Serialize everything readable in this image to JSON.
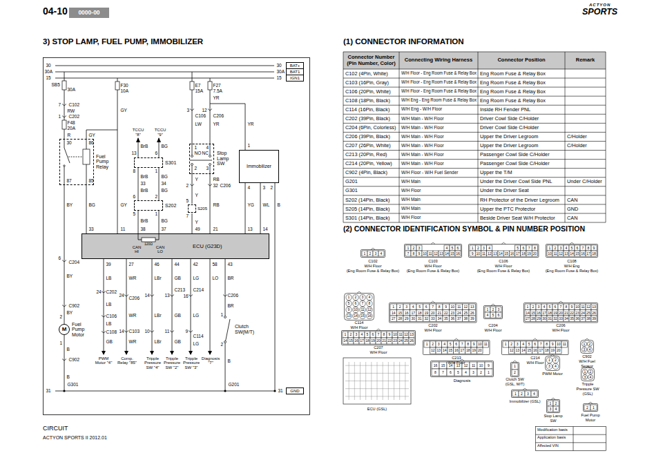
{
  "diagram": {
    "title": "3) STOP LAMP, FUEL PUMP, IMMOBILIZER",
    "nodes": [
      {
        "text": [
          "0000-00"
        ]
      },
      {
        "text": [
          "BAT+"
        ]
      },
      {
        "text": [
          "BAT1"
        ]
      },
      {
        "text": [
          "IGN1"
        ]
      },
      {
        "text": [
          "Fuel Pump Relay"
        ]
      },
      {
        "text": [
          "S301"
        ]
      },
      {
        "text": [
          "S202"
        ]
      },
      {
        "text": [
          "Stop Lamp SW"
        ]
      },
      {
        "text": [
          "S205"
        ]
      },
      {
        "text": [
          "Immobilizer"
        ]
      },
      {
        "text": [
          "ECU (G23D)"
        ]
      },
      {
        "text": [
          "M",
          "Fuel Pump Motor"
        ]
      },
      {
        "text": [
          "Clutch SW(M/T)"
        ]
      },
      {
        "text": [
          "GND"
        ]
      }
    ],
    "edges": [
      {
        "from": 4,
        "to": 11,
        "arrow": "none"
      },
      {
        "from": 4,
        "to": 10,
        "arrow": "none"
      },
      {
        "from": 5,
        "to": 6,
        "arrow": "none"
      },
      {
        "from": 5,
        "to": 6,
        "arrow": "none"
      },
      {
        "from": 6,
        "to": 10,
        "arrow": "none"
      },
      {
        "from": 6,
        "to": 10,
        "arrow": "none"
      },
      {
        "from": 7,
        "to": 8,
        "arrow": "none"
      },
      {
        "from": 8,
        "to": 10,
        "arrow": "none"
      },
      {
        "from": 7,
        "to": 10,
        "arrow": "none"
      },
      {
        "from": 9,
        "to": 10,
        "arrow": "none"
      },
      {
        "from": 9,
        "to": 10,
        "arrow": "none"
      },
      {
        "from": 10,
        "to": 12,
        "arrow": "none"
      }
    ],
    "labels": [
      "04-10",
      "(1) CONNECTOR INFORMATION",
      "(2) CONNECTOR IDENTIFICATION SYMBOL & PIN NUMBER POSITION",
      "CIRCUIT",
      "ACTYON SPORTS II 2012.01",
      "Modification basis",
      "Application basis",
      "Affected VIN",
      "ACTYON",
      "SPORTS",
      "30",
      "30A",
      "15",
      "30",
      "30A",
      "15",
      "SB5",
      "30A",
      "C102",
      "7",
      "RW",
      "C202",
      "1",
      "F48",
      "20A",
      "R",
      "30",
      "86",
      "87",
      "85",
      "GY",
      "F30",
      "10A",
      "GY",
      "GY",
      "11",
      "BY",
      "BG",
      "33",
      "TCCU",
      "\"8\"",
      "TCCU",
      "\"9\"",
      "BrB",
      "BG",
      "13",
      "6",
      "8",
      "1",
      "BrB",
      "BG",
      "33",
      "34",
      "BrB",
      "BG",
      "6",
      "2",
      "5",
      "1",
      "BrB",
      "BG",
      "38",
      "37",
      "E7",
      "15A",
      "F27",
      "7.5A",
      "YR",
      "3",
      "12",
      "C106",
      "C206",
      "LW",
      "YR",
      "1",
      "4",
      "NO",
      "NC",
      "2",
      "3",
      "Y",
      "RB",
      "2",
      "32",
      "C206",
      "Y",
      "5",
      "7",
      "Y",
      "RB",
      "49",
      "21",
      "YR",
      "1",
      "4",
      "3",
      "2",
      "YG",
      "WL",
      "B",
      "13",
      "14",
      "CAN HI",
      "120Ω",
      "CAN LO",
      "6",
      "C204",
      "39",
      "27",
      "46",
      "44",
      "42",
      "58",
      "43",
      "BY",
      "LB",
      "WR",
      "LBr",
      "GB",
      "LG",
      "LO",
      "BR",
      "24",
      "C202",
      "24",
      "C206",
      "14",
      "13",
      "C213",
      "16",
      "C214",
      "C206",
      "LB",
      "C902",
      "BY",
      "WR",
      "LBr",
      "GB",
      "LG",
      "BR",
      "C106",
      "LB",
      "2",
      "1",
      "C108",
      "14",
      "C103",
      "10",
      "11",
      "9",
      "C114",
      "GB",
      "WR",
      "LBr",
      "GB",
      "LG",
      "1",
      "2",
      "B",
      "C902",
      "B",
      "G301",
      "PWM Motor \"4\"",
      "Comp. Relay \"85\"",
      "Tripple Pressure SW \"4\"",
      "Tripple Pressure SW \"2\"",
      "Tripple Pressure SW \"3\"",
      "Diagnosis \"7\"",
      "B",
      "G201",
      "31",
      "31",
      "Connector Number (Pin Number, Color)",
      "Connecting Wiring Harness",
      "Connector Position",
      "Remark",
      "C102 (4Pin, White)",
      "W/H Floor - Eng Room Fuse & Relay Box",
      "Eng Room Fuse & Relay Box",
      "C103 (16Pin, Gray)",
      "W/H Floor - Eng Room Fuse & Relay Box",
      "Eng Room Fuse & Relay Box",
      "C106 (20Pin, White)",
      "W/H Floor - Eng Room Fuse & Relay Box",
      "Eng Room Fuse & Relay Box",
      "C108 (18Pin, Black)",
      "W/H Eng - Eng Room Fuse & Relay Box",
      "Eng Room Fuse & Relay Box",
      "C114 (16Pin, Black)",
      "W/H Eng - W/H Floor",
      "Inside RH Fender PNL",
      "C202 (39Pin, Black)",
      "W/H Main - W/H Floor",
      "Driver Cowl Side C/Holder",
      "C204 (6Pin, Colorless)",
      "W/H Main - W/H Floor",
      "Driver Cowl Side C/Holder",
      "C206 (39Pin, Black)",
      "W/H Main - W/H Floor",
      "Upper the Driver Legroom",
      "C/Holder",
      "C207 (26Pin, White)",
      "W/H Main - W/H Floor",
      "Upper the Driver Legroom",
      "C/Holder",
      "C213 (20Pin, Red)",
      "W/H Main - W/H Floor",
      "Passenger Cowl Side C/Holder",
      "C214 (20Pin, Yellow)",
      "W/H Main - W/H Floor",
      "Passenger Cowl Side C/Holder",
      "C902 (4Pin, Black)",
      "W/H Floor - W/H Fuel Sender",
      "Upper the T/M",
      "G201",
      "W/H Main",
      "Under the Driver Cowl Side PNL",
      "Under C/Holder",
      "G301",
      "W/H Floor",
      "Under the Driver Seat",
      "S202 (14Pin, Black)",
      "W/H Main",
      "RH Protector of the Driver Legroom",
      "CAN",
      "S205 (14Pin, Black)",
      "W/H Main",
      "Upper the PTC Protector",
      "GND",
      "S301 (14Pin, Black)",
      "W/H Floor",
      "Beside Driver Seat W/H Protector",
      "CAN",
      "1",
      "2",
      "3",
      "4",
      "C102",
      "W/H Floor",
      "(Eng Room Fuse & Relay Box)",
      "1",
      "2",
      "3",
      "4",
      "5",
      "6",
      "7",
      "8",
      "9",
      "10",
      "11",
      "12",
      "13",
      "14",
      "15",
      "16",
      "C103",
      "W/H Floor",
      "(Eng Room Fuse & Relay Box)",
      "1",
      "2",
      "3",
      "4",
      "5",
      "6",
      "7",
      "8",
      "9",
      "10",
      "11",
      "12",
      "13",
      "14",
      "15",
      "16",
      "17",
      "18",
      "19",
      "20",
      "C106",
      "W/H Floor",
      "(Eng Room Fuse & Relay Box)",
      "1",
      "2",
      "3",
      "4",
      "5",
      "6",
      "7",
      "8",
      "9",
      "10",
      "11",
      "12",
      "13",
      "14",
      "15",
      "16",
      "17",
      "18",
      "C108",
      "W/H Eng",
      "(Eng Room Fuse & Relay Box)",
      "1",
      "2",
      "3",
      "4",
      "5",
      "6",
      "7",
      "8",
      "9",
      "10",
      "11",
      "12",
      "13",
      "14",
      "15",
      "16",
      "C114",
      "W/H Floor",
      "1",
      "2",
      "3",
      "4",
      "5",
      "6",
      "7",
      "8",
      "9",
      "10",
      "11",
      "12",
      "13",
      "14",
      "15",
      "16",
      "17",
      "18",
      "19",
      "20",
      "21",
      "22",
      "23",
      "24",
      "25",
      "26",
      "27",
      "28",
      "29",
      "30",
      "31",
      "32",
      "33",
      "34",
      "35",
      "36",
      "37",
      "38",
      "39",
      "C202",
      "W/H Floor",
      "1",
      "2",
      "3",
      "4",
      "5",
      "6",
      "C204",
      "W/H Floor",
      "1",
      "2",
      "3",
      "4",
      "5",
      "6",
      "7",
      "8",
      "9",
      "10",
      "11",
      "12",
      "13",
      "14",
      "15",
      "16",
      "17",
      "18",
      "19",
      "20",
      "21",
      "22",
      "23",
      "24",
      "25",
      "26",
      "27",
      "28",
      "29",
      "30",
      "31",
      "32",
      "33",
      "34",
      "35",
      "36",
      "37",
      "38",
      "39",
      "C206",
      "W/H Floor",
      "1",
      "2",
      "3",
      "4",
      "5",
      "6",
      "7",
      "8",
      "9",
      "10",
      "11",
      "12",
      "13",
      "14",
      "15",
      "16",
      "17",
      "18",
      "19",
      "20",
      "21",
      "22",
      "23",
      "24",
      "25",
      "26",
      "C207",
      "W/H Floor",
      "1",
      "2",
      "3",
      "4",
      "5",
      "6",
      "7",
      "8",
      "9",
      "10",
      "11",
      "12",
      "13",
      "14",
      "15",
      "16",
      "17",
      "18",
      "19",
      "20",
      "C213",
      "W/H Floor",
      "1",
      "2",
      "3",
      "4",
      "5",
      "6",
      "7",
      "8",
      "9",
      "10",
      "11",
      "12",
      "13",
      "14",
      "15",
      "16",
      "17",
      "18",
      "19",
      "20",
      "C214",
      "W/H Floor",
      "1",
      "2",
      "3",
      "4",
      "C902",
      "W/H Fuel",
      "Sensor",
      "ECU (GSL)",
      "16",
      "15",
      "14",
      "13",
      "12",
      "11",
      "10",
      "9",
      "8",
      "7",
      "6",
      "5",
      "4",
      "3",
      "2",
      "1",
      "Diagnosis",
      "1",
      "2",
      "Clutch SW",
      "(GSL, M/T)",
      "1",
      "2",
      "3",
      "4",
      "PWM Motor",
      "1",
      "2",
      "3",
      "4",
      "Tripple",
      "Pressure SW",
      "(GSL)",
      "1",
      "2",
      "3",
      "4",
      "Immobilizer (GSL)",
      "1",
      "2",
      "3",
      "4",
      "Stop Lamp",
      "SW",
      "2",
      "1",
      "Fuel Pump",
      "Motor"
    ]
  }
}
